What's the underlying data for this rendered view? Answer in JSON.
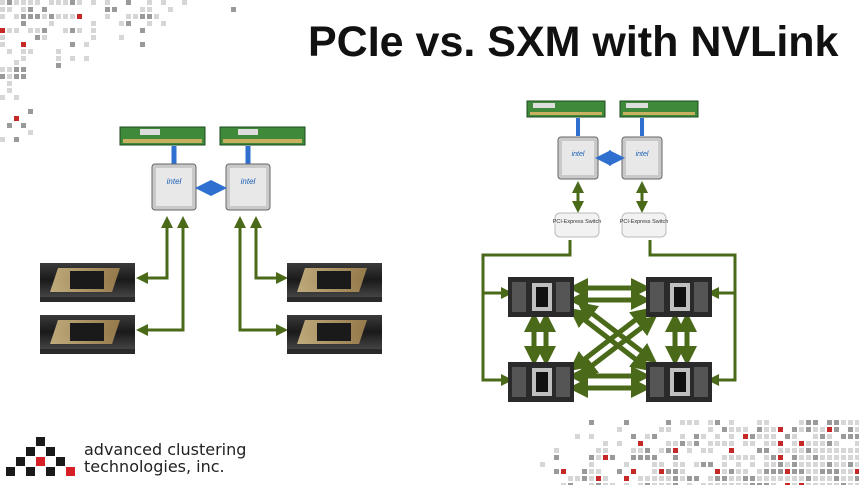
{
  "slide": {
    "title": "PCIe vs. SXM with NVLink"
  },
  "pcie_diagram": {
    "cpu_brand": "intel",
    "cpu_count": 2,
    "memory_modules": 2,
    "gpu_count": 4,
    "gpu_form_factor": "PCIe card"
  },
  "sxm_diagram": {
    "cpu_brand": "intel",
    "cpu_count": 2,
    "memory_modules": 2,
    "switches": [
      "PCI-Express Switch",
      "PCI-Express Switch"
    ],
    "gpu_count": 4,
    "gpu_form_factor": "SXM module"
  },
  "company": {
    "line1": "advanced clustering",
    "line2": "technologies, inc."
  },
  "colors": {
    "link_green": "#4a6a1a",
    "cpu_link_blue": "#2f6fd0",
    "memory_green": "#3e8a3a",
    "logo_red": "#d61f26",
    "logo_black": "#1a1a1a"
  }
}
